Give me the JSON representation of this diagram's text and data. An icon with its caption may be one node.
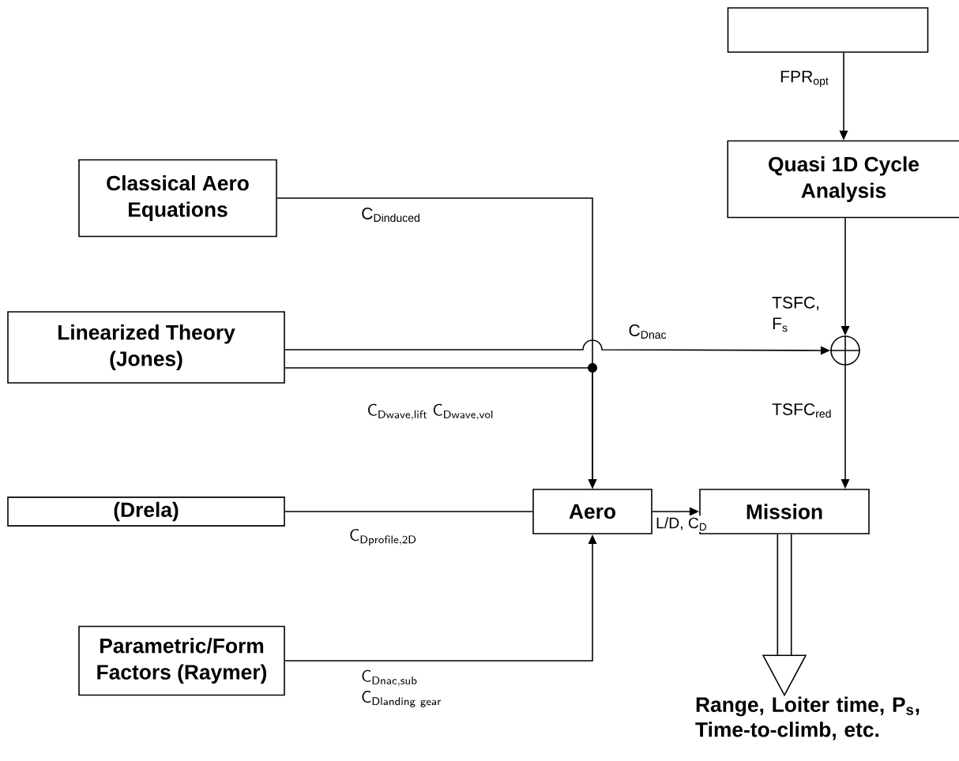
{
  "diagram": {
    "nodes": [
      {
        "text": [],
        "shape": "box"
      },
      {
        "text": [
          "Quasi 1D Cycle Analysis"
        ]
      },
      {
        "text": [
          "Classical Aero Equations"
        ]
      },
      {
        "text": [
          "Linearized Theory (Jones)"
        ]
      },
      {
        "text": [],
        "shape": "circle"
      },
      {
        "text": [
          "(Drela)"
        ]
      },
      {
        "text": [
          "Aero"
        ]
      },
      {
        "text": [
          "Mission"
        ]
      },
      {
        "text": [
          "Parametric/Form Factors (Raymer)"
        ]
      },
      {
        "text": [
          "Range, Loiter time, P$_{s}$, Time-to-climb, etc."
        ]
      }
    ],
    "edges": [
      {
        "from": 0,
        "to": 1,
        "arrow": "to",
        "label": "FPR$_{opt}$"
      },
      {
        "from": 1,
        "to": 4,
        "arrow": "to",
        "label": "TSFC, F$_{s}$"
      },
      {
        "from": 2,
        "to": 6,
        "arrow": "to",
        "label": "C$_{Dinduced}$"
      },
      {
        "from": 3,
        "to": 4,
        "arrow": "to",
        "label": "C$_{Dnac}$"
      },
      {
        "from": 3,
        "to": 6,
        "arrow": "to",
        "label": "\\mathsf{C}_{\\mathsf{Dwave,lift}}\\;\\mathsf{C}_{\\mathsf{Dwave,vol}}"
      },
      {
        "from": 5,
        "to": 6,
        "arrow": "none",
        "label": "\\mathsf{C}_{\\mathsf{Dprofile,2D}}"
      },
      {
        "from": 8,
        "to": 6,
        "arrow": "to",
        "label": "\\begin{array}{@{}l@{}}\\mathsf{C}_{\\mathsf{Dnac,sub}}\\\\ \\mathsf{C}_{\\mathsf{Dlanding\\ gear}}\\end{array}"
      },
      {
        "from": 6,
        "to": 7,
        "arrow": "to",
        "label": "L/D, C$_{D}$"
      },
      {
        "from": 4,
        "to": 7,
        "arrow": "to",
        "label": "TSFC$_{red}$"
      },
      {
        "from": 7,
        "to": 9,
        "arrow": "to",
        "style": "thick"
      }
    ]
  }
}
